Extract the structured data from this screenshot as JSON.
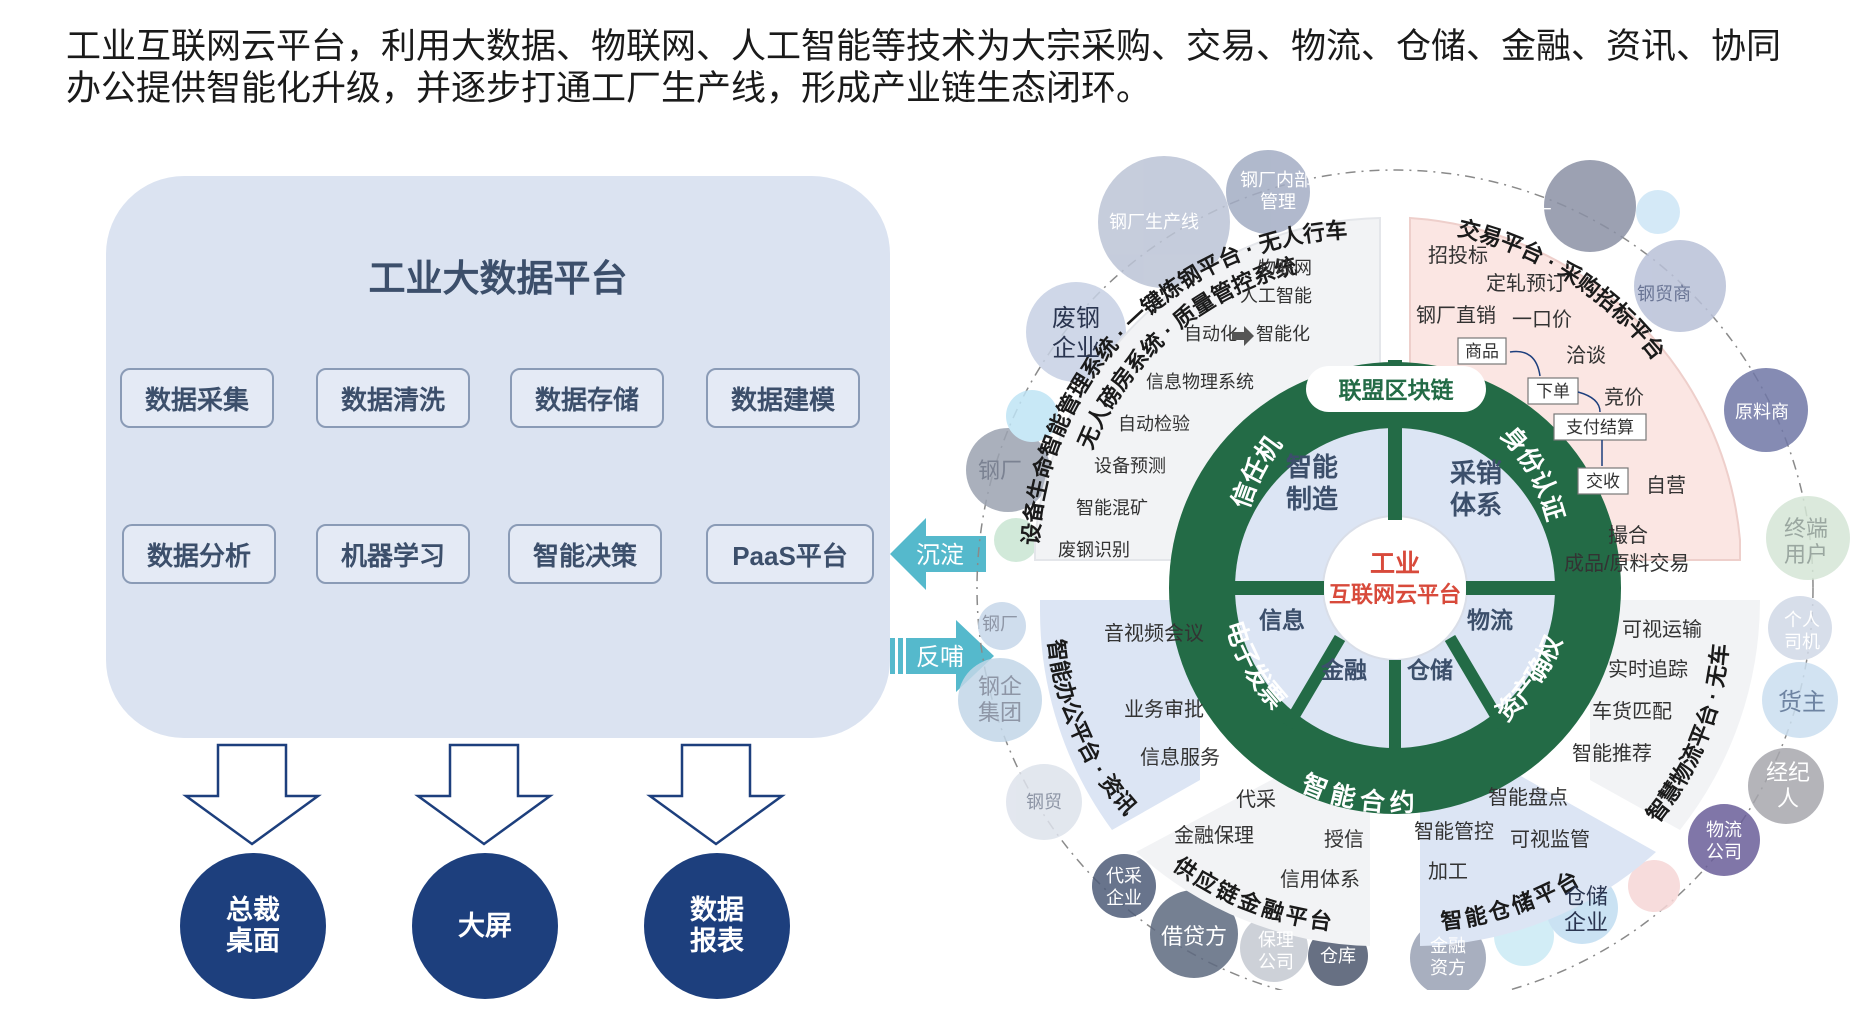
{
  "intro": {
    "line1": "工业互联网云平台，利用大数据、物联网、人工智能等技术为大宗采购、交易、物流、仓储、金融、资讯、协同",
    "line2": "办公提供智能化升级，并逐步打通工厂生产线，形成产业链生态闭环。"
  },
  "platform": {
    "title": "工业大数据平台",
    "chips": [
      "数据采集",
      "数据清洗",
      "数据存储",
      "数据建模",
      "数据分析",
      "机器学习",
      "智能决策",
      "PaaS平台"
    ]
  },
  "outputs": [
    "总裁\n桌面",
    "大屏",
    "数据\n报表"
  ],
  "flows": {
    "settle": "沉淀",
    "feedback": "反哺"
  },
  "wheel": {
    "center_line1": "工业",
    "center_line2": "互联网云平台",
    "blockchain": "联盟区块链",
    "contract": "智能合约",
    "ring_labels": {
      "trust": "信任机制",
      "identity": "身份认证",
      "invoice": "电子发票",
      "asset": "资产确权"
    },
    "segments": {
      "manufacturing": "智能\n制造",
      "procurement": "采销\n体系",
      "info": "信息",
      "logistics": "物流",
      "finance": "金融",
      "storage": "仓储"
    },
    "quadrants": {
      "manufacturing": {
        "arc1": "设备生命智能管理系统 · 一键炼钢平台 · 无人行车系统",
        "arc2": "无人磅房系统 · 质量管控系统",
        "items": [
          "物联网",
          "人工智能",
          "自动化",
          "智能化",
          "信息物理系统",
          "自动检验",
          "设备预测",
          "智能混矿",
          "废钢识别"
        ]
      },
      "trade": {
        "arc": "交易平台 · 采购招标平台",
        "items": [
          "招投标",
          "定轧预订",
          "钢厂直销",
          "一口价",
          "商品",
          "洽谈",
          "下单",
          "竞价",
          "支付结算",
          "交收",
          "自营",
          "撮合",
          "成品/原料交易"
        ]
      },
      "office": {
        "arc": "智能办公平台 · 资讯平台",
        "items": [
          "音视频会议",
          "业务审批",
          "信息服务"
        ]
      },
      "logistics": {
        "arc": "智慧物流平台 · 无车承运平台",
        "items": [
          "可视运输",
          "实时追踪",
          "车货匹配",
          "智能推荐"
        ]
      },
      "supply_finance": {
        "arc": "供应链金融平台",
        "items": [
          "代采",
          "金融保理",
          "授信",
          "信用体系"
        ]
      },
      "warehouse": {
        "arc": "智能仓储平台",
        "items": [
          "智能盘点",
          "智能管控",
          "可视监管",
          "加工"
        ]
      }
    },
    "bubbles": [
      "钢厂内部管理",
      "钢厂生产线",
      "钢厂",
      "钢贸商",
      "原料商",
      "终端用户",
      "个人司机",
      "货主",
      "经纪人",
      "物流公司",
      "仓储企业",
      "金融资方",
      "仓库",
      "保理公司",
      "借贷方",
      "代采企业",
      "钢贸",
      "钢企集团",
      "钢厂",
      "钢厂",
      "废钢企业"
    ],
    "colors": {
      "dark_green": "#236b46",
      "inner_blue": "#dce5f4",
      "pink": "#fbe6e3",
      "center_red": "#d84a3b"
    }
  }
}
